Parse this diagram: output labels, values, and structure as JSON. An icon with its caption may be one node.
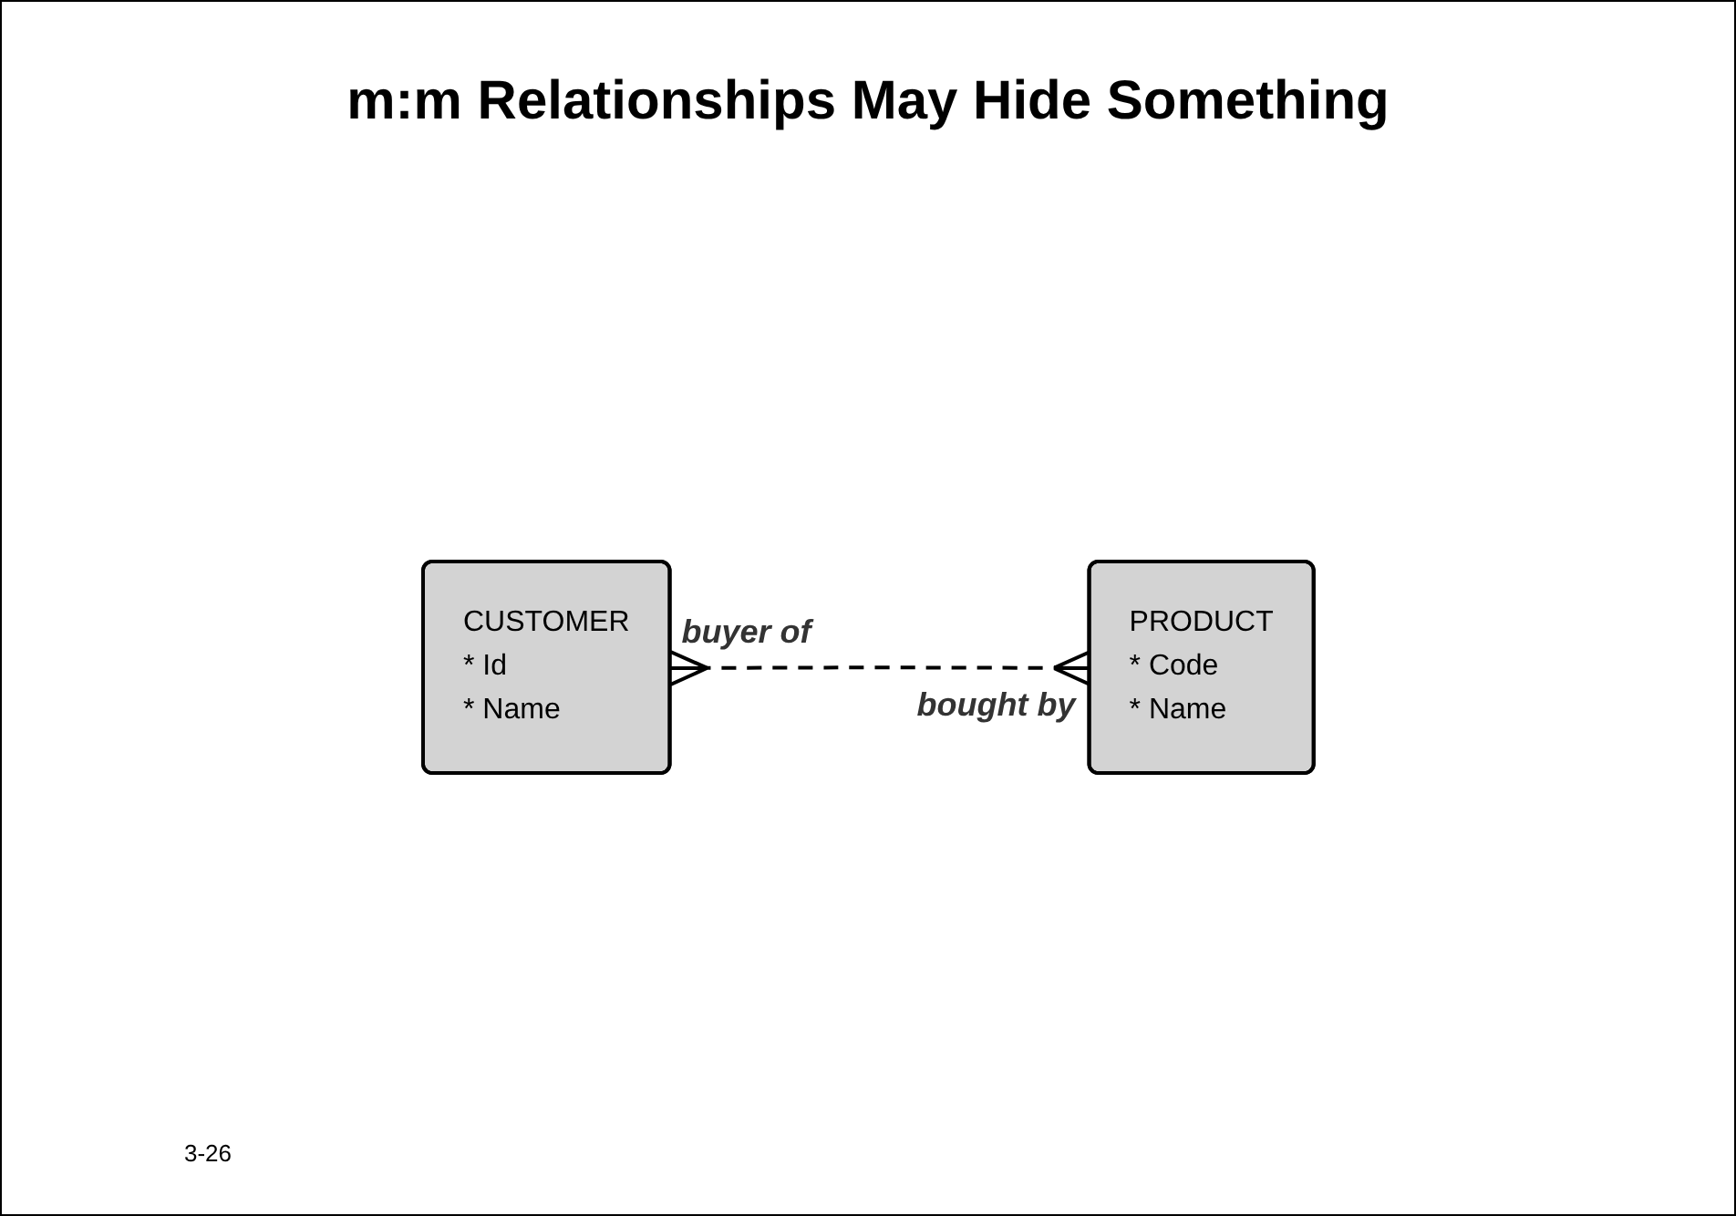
{
  "diagram": {
    "title": "m:m Relationships May Hide Something",
    "nodes": [
      {
        "text": [
          "CUSTOMER",
          "* Id",
          "* Name"
        ]
      },
      {
        "text": [
          "PRODUCT",
          "* Code",
          "* Name"
        ]
      }
    ],
    "edges": [
      {
        "from": 0,
        "to": 1,
        "arrow": "other",
        "style": "dashed"
      }
    ],
    "labels": [
      "buyer of",
      "bought by",
      "3-26"
    ]
  }
}
